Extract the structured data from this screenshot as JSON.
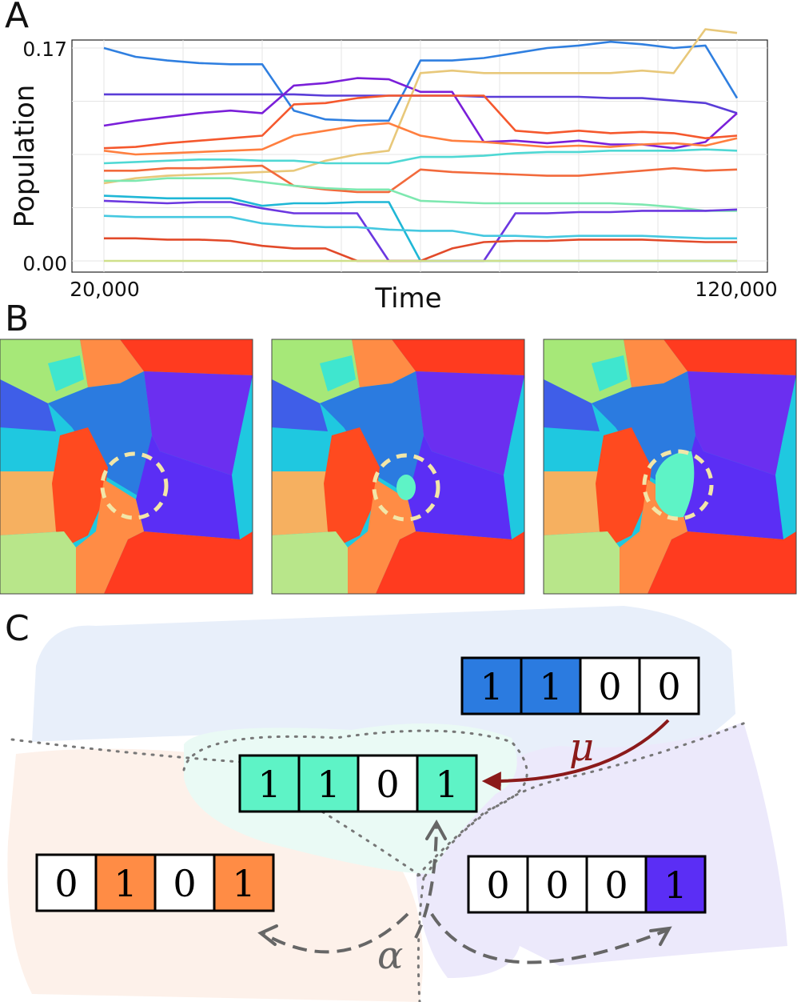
{
  "panels": {
    "a": "A",
    "b": "B",
    "c": "C"
  },
  "chart_data": {
    "type": "line",
    "xlabel": "Time",
    "ylabel": "Population",
    "x_tick_labels": [
      "20,000",
      "120,000"
    ],
    "y_tick_labels": [
      "0.00",
      "0.17"
    ],
    "xlim": [
      20000,
      120000
    ],
    "ylim": [
      0,
      0.17
    ],
    "grid": true,
    "x": [
      20000,
      25000,
      30000,
      35000,
      40000,
      45000,
      50000,
      55000,
      60000,
      65000,
      70000,
      75000,
      80000,
      85000,
      90000,
      95000,
      100000,
      105000,
      110000,
      115000,
      120000
    ],
    "series": [
      {
        "color": "#2f7fe0",
        "values": [
          0.17,
          0.163,
          0.16,
          0.158,
          0.157,
          0.157,
          0.12,
          0.113,
          0.112,
          0.112,
          0.16,
          0.16,
          0.162,
          0.166,
          0.17,
          0.172,
          0.175,
          0.173,
          0.17,
          0.172,
          0.13
        ]
      },
      {
        "color": "#5a3dd8",
        "values": [
          0.133,
          0.133,
          0.133,
          0.133,
          0.133,
          0.133,
          0.133,
          0.132,
          0.132,
          0.132,
          0.132,
          0.132,
          0.131,
          0.131,
          0.131,
          0.131,
          0.13,
          0.13,
          0.128,
          0.126,
          0.118
        ]
      },
      {
        "color": "#7a1fd9",
        "values": [
          0.108,
          0.112,
          0.115,
          0.118,
          0.12,
          0.118,
          0.14,
          0.142,
          0.146,
          0.145,
          0.135,
          0.135,
          0.095,
          0.096,
          0.094,
          0.096,
          0.093,
          0.093,
          0.09,
          0.095,
          0.118
        ]
      },
      {
        "color": "#e8c87a",
        "values": [
          0.062,
          0.066,
          0.068,
          0.069,
          0.07,
          0.071,
          0.072,
          0.08,
          0.085,
          0.088,
          0.15,
          0.152,
          0.15,
          0.15,
          0.15,
          0.15,
          0.15,
          0.152,
          0.15,
          0.185,
          0.182
        ]
      },
      {
        "color": "#f5582d",
        "values": [
          0.09,
          0.091,
          0.094,
          0.096,
          0.098,
          0.1,
          0.125,
          0.126,
          0.13,
          0.132,
          0.132,
          0.132,
          0.132,
          0.104,
          0.102,
          0.104,
          0.102,
          0.103,
          0.102,
          0.098,
          0.1
        ]
      },
      {
        "color": "#ff7f3f",
        "values": [
          0.088,
          0.085,
          0.086,
          0.087,
          0.088,
          0.089,
          0.1,
          0.104,
          0.108,
          0.11,
          0.1,
          0.096,
          0.095,
          0.093,
          0.091,
          0.092,
          0.091,
          0.093,
          0.094,
          0.092,
          0.098
        ]
      },
      {
        "color": "#4fd8d4",
        "values": [
          0.078,
          0.079,
          0.08,
          0.081,
          0.081,
          0.08,
          0.08,
          0.078,
          0.078,
          0.078,
          0.083,
          0.083,
          0.084,
          0.086,
          0.087,
          0.087,
          0.088,
          0.088,
          0.088,
          0.089,
          0.088
        ]
      },
      {
        "color": "#f26a3c",
        "values": [
          0.072,
          0.072,
          0.074,
          0.074,
          0.075,
          0.076,
          0.06,
          0.057,
          0.055,
          0.055,
          0.073,
          0.071,
          0.07,
          0.069,
          0.068,
          0.068,
          0.07,
          0.072,
          0.074,
          0.072,
          0.073
        ]
      },
      {
        "color": "#7ee8b0",
        "values": [
          0.064,
          0.064,
          0.066,
          0.066,
          0.066,
          0.063,
          0.06,
          0.058,
          0.057,
          0.057,
          0.048,
          0.047,
          0.046,
          0.046,
          0.046,
          0.046,
          0.046,
          0.045,
          0.043,
          0.04,
          0.04
        ]
      },
      {
        "color": "#1fb7d6",
        "values": [
          0.052,
          0.051,
          0.05,
          0.05,
          0.05,
          0.044,
          0.046,
          0.046,
          0.047,
          0.047,
          0.0,
          0.0,
          0.0,
          0.0,
          0.0,
          0.0,
          0.0,
          0.0,
          0.0,
          0.0,
          0.0
        ]
      },
      {
        "color": "#6b37e0",
        "values": [
          0.048,
          0.047,
          0.046,
          0.047,
          0.047,
          0.042,
          0.038,
          0.038,
          0.038,
          0.0,
          0.0,
          0.0,
          0.0,
          0.038,
          0.038,
          0.039,
          0.039,
          0.04,
          0.04,
          0.04,
          0.041
        ]
      },
      {
        "color": "#45c8e0",
        "values": [
          0.036,
          0.035,
          0.035,
          0.035,
          0.035,
          0.03,
          0.028,
          0.027,
          0.027,
          0.025,
          0.024,
          0.024,
          0.02,
          0.02,
          0.019,
          0.02,
          0.02,
          0.02,
          0.019,
          0.018,
          0.018
        ]
      },
      {
        "color": "#e24a2a",
        "values": [
          0.018,
          0.018,
          0.017,
          0.017,
          0.016,
          0.012,
          0.01,
          0.01,
          0.0,
          0.0,
          0.0,
          0.01,
          0.015,
          0.016,
          0.016,
          0.017,
          0.017,
          0.017,
          0.016,
          0.015,
          0.015
        ]
      },
      {
        "color": "#cfe08a",
        "values": [
          0.0,
          0.0,
          0.0,
          0.0,
          0.0,
          0.0,
          0.0,
          0.0,
          0.0,
          0.0,
          0.0,
          0.0,
          0.0,
          0.0,
          0.0,
          0.0,
          0.0,
          0.0,
          0.0,
          0.0,
          0.0
        ]
      }
    ]
  },
  "snapshots": {
    "count": 3
  },
  "genotypes": {
    "top": {
      "bits": [
        "1",
        "1",
        "0",
        "0"
      ],
      "fills": [
        "#2b7be0",
        "#2b7be0",
        "#ffffff",
        "#ffffff"
      ]
    },
    "middle": {
      "bits": [
        "1",
        "1",
        "0",
        "1"
      ],
      "fills": [
        "#5ef3c6",
        "#5ef3c6",
        "#ffffff",
        "#5ef3c6"
      ]
    },
    "left": {
      "bits": [
        "0",
        "1",
        "0",
        "1"
      ],
      "fills": [
        "#ffffff",
        "#ff8c45",
        "#ffffff",
        "#ff8c45"
      ]
    },
    "right": {
      "bits": [
        "0",
        "0",
        "0",
        "1"
      ],
      "fills": [
        "#ffffff",
        "#ffffff",
        "#ffffff",
        "#5b2ef5"
      ]
    }
  },
  "symbols": {
    "mu": "μ",
    "alpha": "α"
  },
  "colors": {
    "mu_arrow": "#8b1a1a",
    "alpha_arrow": "#666666",
    "circle": "#f2e6a8"
  }
}
